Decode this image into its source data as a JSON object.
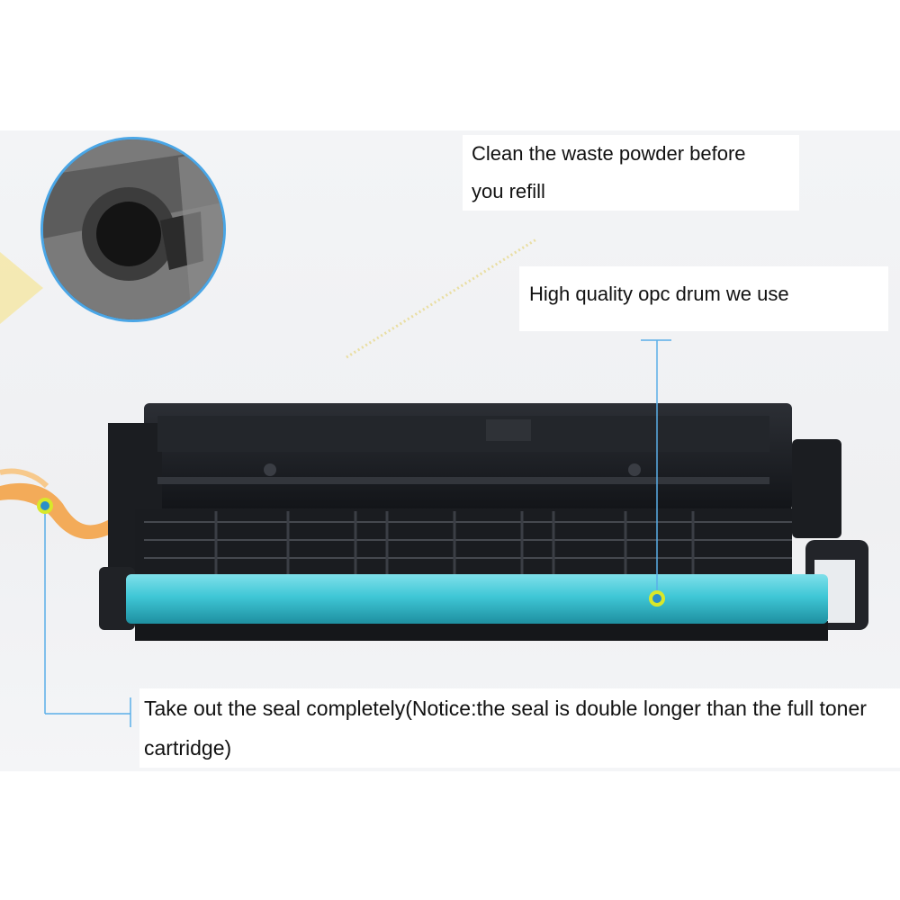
{
  "callouts": {
    "waste_powder": {
      "line1": "Clean the waste powder before",
      "line2": "you refill"
    },
    "opc_drum": {
      "text": "High quality opc drum we use"
    },
    "seal": {
      "line1": "Take out the seal completely(Notice:the seal is double longer than the full toner",
      "line2": "cartridge)"
    }
  },
  "colors": {
    "leader_line": "#5aaee8",
    "drum": "#3fc7d6",
    "marker": "#d8e82a",
    "cartridge": "#1c1e22",
    "seal_tape": "#f0a04a",
    "arrow": "#efe3a8"
  }
}
